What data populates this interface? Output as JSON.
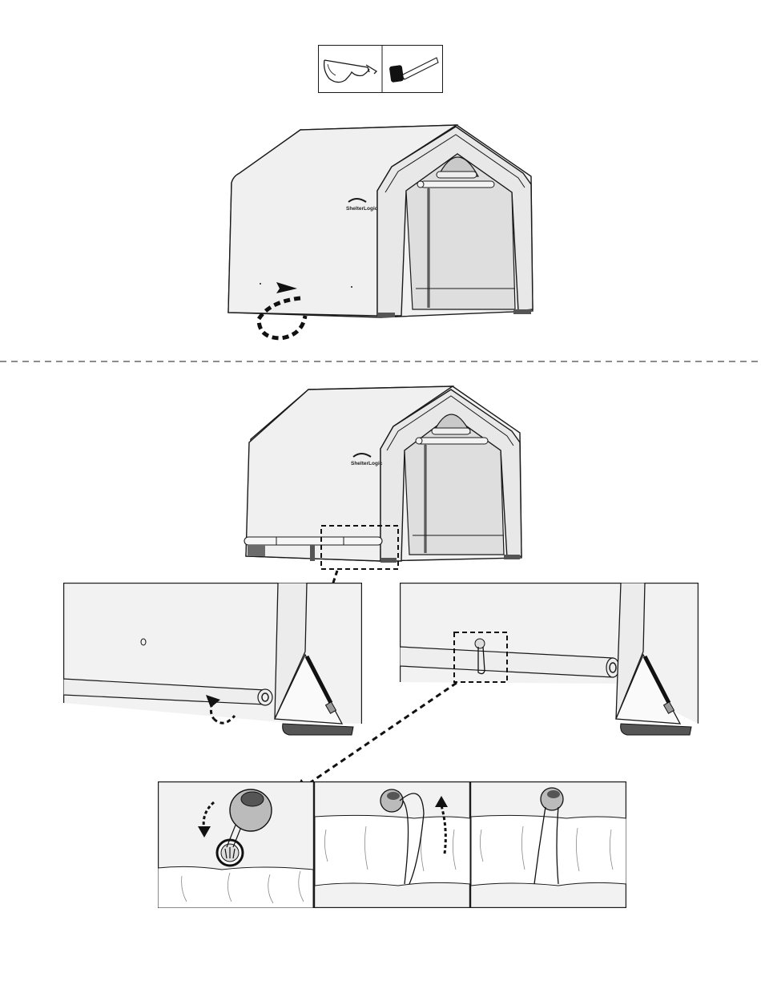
{
  "tools": [
    {
      "name": "safety-glasses",
      "icon": "safety-glasses-icon"
    },
    {
      "name": "rubber-mallet",
      "icon": "rubber-mallet-icon"
    }
  ],
  "brand_label": "ShelterLogic",
  "colors": {
    "line": "#1a1a1a",
    "fabric": "#f2f2f2",
    "fabric_shade": "#e4e4e4",
    "door": "#dedede",
    "window": "#c9c9c9",
    "foot": "#555555",
    "dark_bungee": "#333333"
  }
}
